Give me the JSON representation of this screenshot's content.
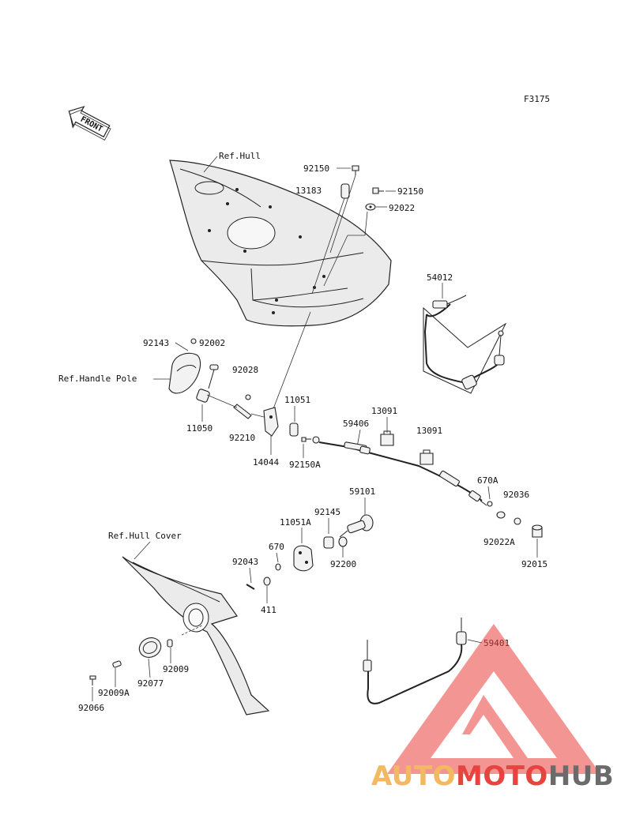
{
  "diagram_code": "F3175",
  "front_label": "FRONT",
  "references": {
    "hull": "Ref.Hull",
    "handle_pole": "Ref.Handle Pole",
    "hull_cover": "Ref.Hull Cover"
  },
  "callouts": {
    "p92150a": "92150",
    "p13183": "13183",
    "p92150b": "92150",
    "p92022": "92022",
    "p54012": "54012",
    "p92143": "92143",
    "p92002": "92002",
    "p92028": "92028",
    "p11050": "11050",
    "p92210": "92210",
    "p14044": "14044",
    "p11051": "11051",
    "p92150A": "92150A",
    "p59406": "59406",
    "p13091a": "13091",
    "p13091b": "13091",
    "p670A": "670A",
    "p92036": "92036",
    "p92022A": "92022A",
    "p92015": "92015",
    "p59101": "59101",
    "p92145": "92145",
    "p11051A": "11051A",
    "p670": "670",
    "p92200": "92200",
    "p92043": "92043",
    "p411": "411",
    "p92009": "92009",
    "p92077": "92077",
    "p92009A": "92009A",
    "p92066": "92066",
    "p59401": "59401"
  },
  "watermark": {
    "part1": "AUTO",
    "part2": "MOTO",
    "part3": "HUB",
    "colors": {
      "auto": "#f4b860",
      "moto": "#e8443f",
      "hub": "#6b6b6b",
      "triangle": "#e8443f"
    }
  }
}
